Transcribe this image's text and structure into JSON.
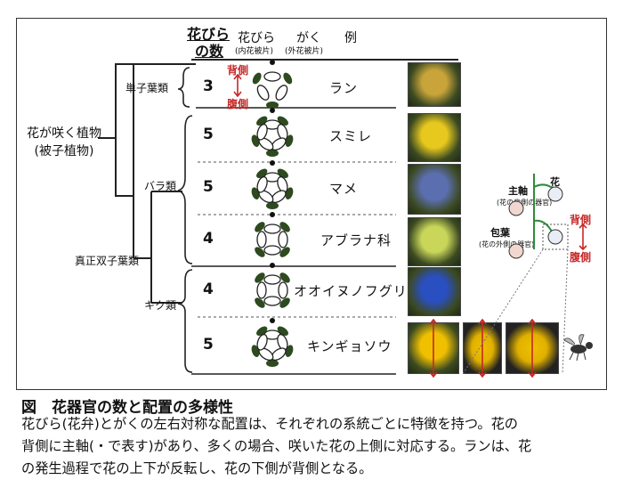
{
  "header": {
    "petal_count_line1": "花びら",
    "petal_count_line2": "の数",
    "petal_label": "花びら",
    "petal_sub": "(内花被片)",
    "sepal_label": "がく",
    "sepal_sub": "(外花被片)",
    "example_label": "例"
  },
  "root_label_line1": "花が咲く植物",
  "root_label_line2": "(被子植物)",
  "groups": {
    "monocot": "単子葉類",
    "eudicot": "真正双子葉類",
    "rosid": "バラ類",
    "asterid": "キク類"
  },
  "orientation": {
    "dorsal": "背側",
    "ventral": "腹側"
  },
  "rows": [
    {
      "count": "3",
      "name": "ラン",
      "photo": "orchid-photo",
      "color": "#c8a43a"
    },
    {
      "count": "5",
      "name": "スミレ",
      "photo": "violet-photo",
      "color": "#e6c81e"
    },
    {
      "count": "5",
      "name": "マメ",
      "photo": "pea-photo",
      "color": "#5b6fb0"
    },
    {
      "count": "4",
      "name": "アブラナ科",
      "photo": "brassica-photo",
      "color": "#c9d65a"
    },
    {
      "count": "4",
      "name": "オオイヌノフグリ",
      "photo": "speedwell-photo",
      "color": "#2a4fc0"
    },
    {
      "count": "5",
      "name": "キンギョソウ",
      "photo": "snapdragon-photo",
      "color": "#f0c000"
    }
  ],
  "inset": {
    "flower_label": "花",
    "axis_label": "主軸",
    "axis_sub": "(花の背側の器官)",
    "bract_label": "包葉",
    "bract_sub": "(花の外側の器官)",
    "dorsal": "背側",
    "ventral": "腹側"
  },
  "caption": {
    "title": "図　花器官の数と配置の多様性",
    "line1": "花びら(花弁)とがくの左右対称な配置は、それぞれの系統ごとに特徴を持つ。花の",
    "line2": "背側に主軸(・で表す)があり、多くの場合、咲いた花の上側に対応する。ランは、花",
    "line3": "の発生過程で花の上下が反転し、花の下側が背側となる。"
  },
  "colors": {
    "dorsal_red": "#c62828",
    "petal_outline": "#222",
    "sepal_fill": "#2e4a1f"
  }
}
